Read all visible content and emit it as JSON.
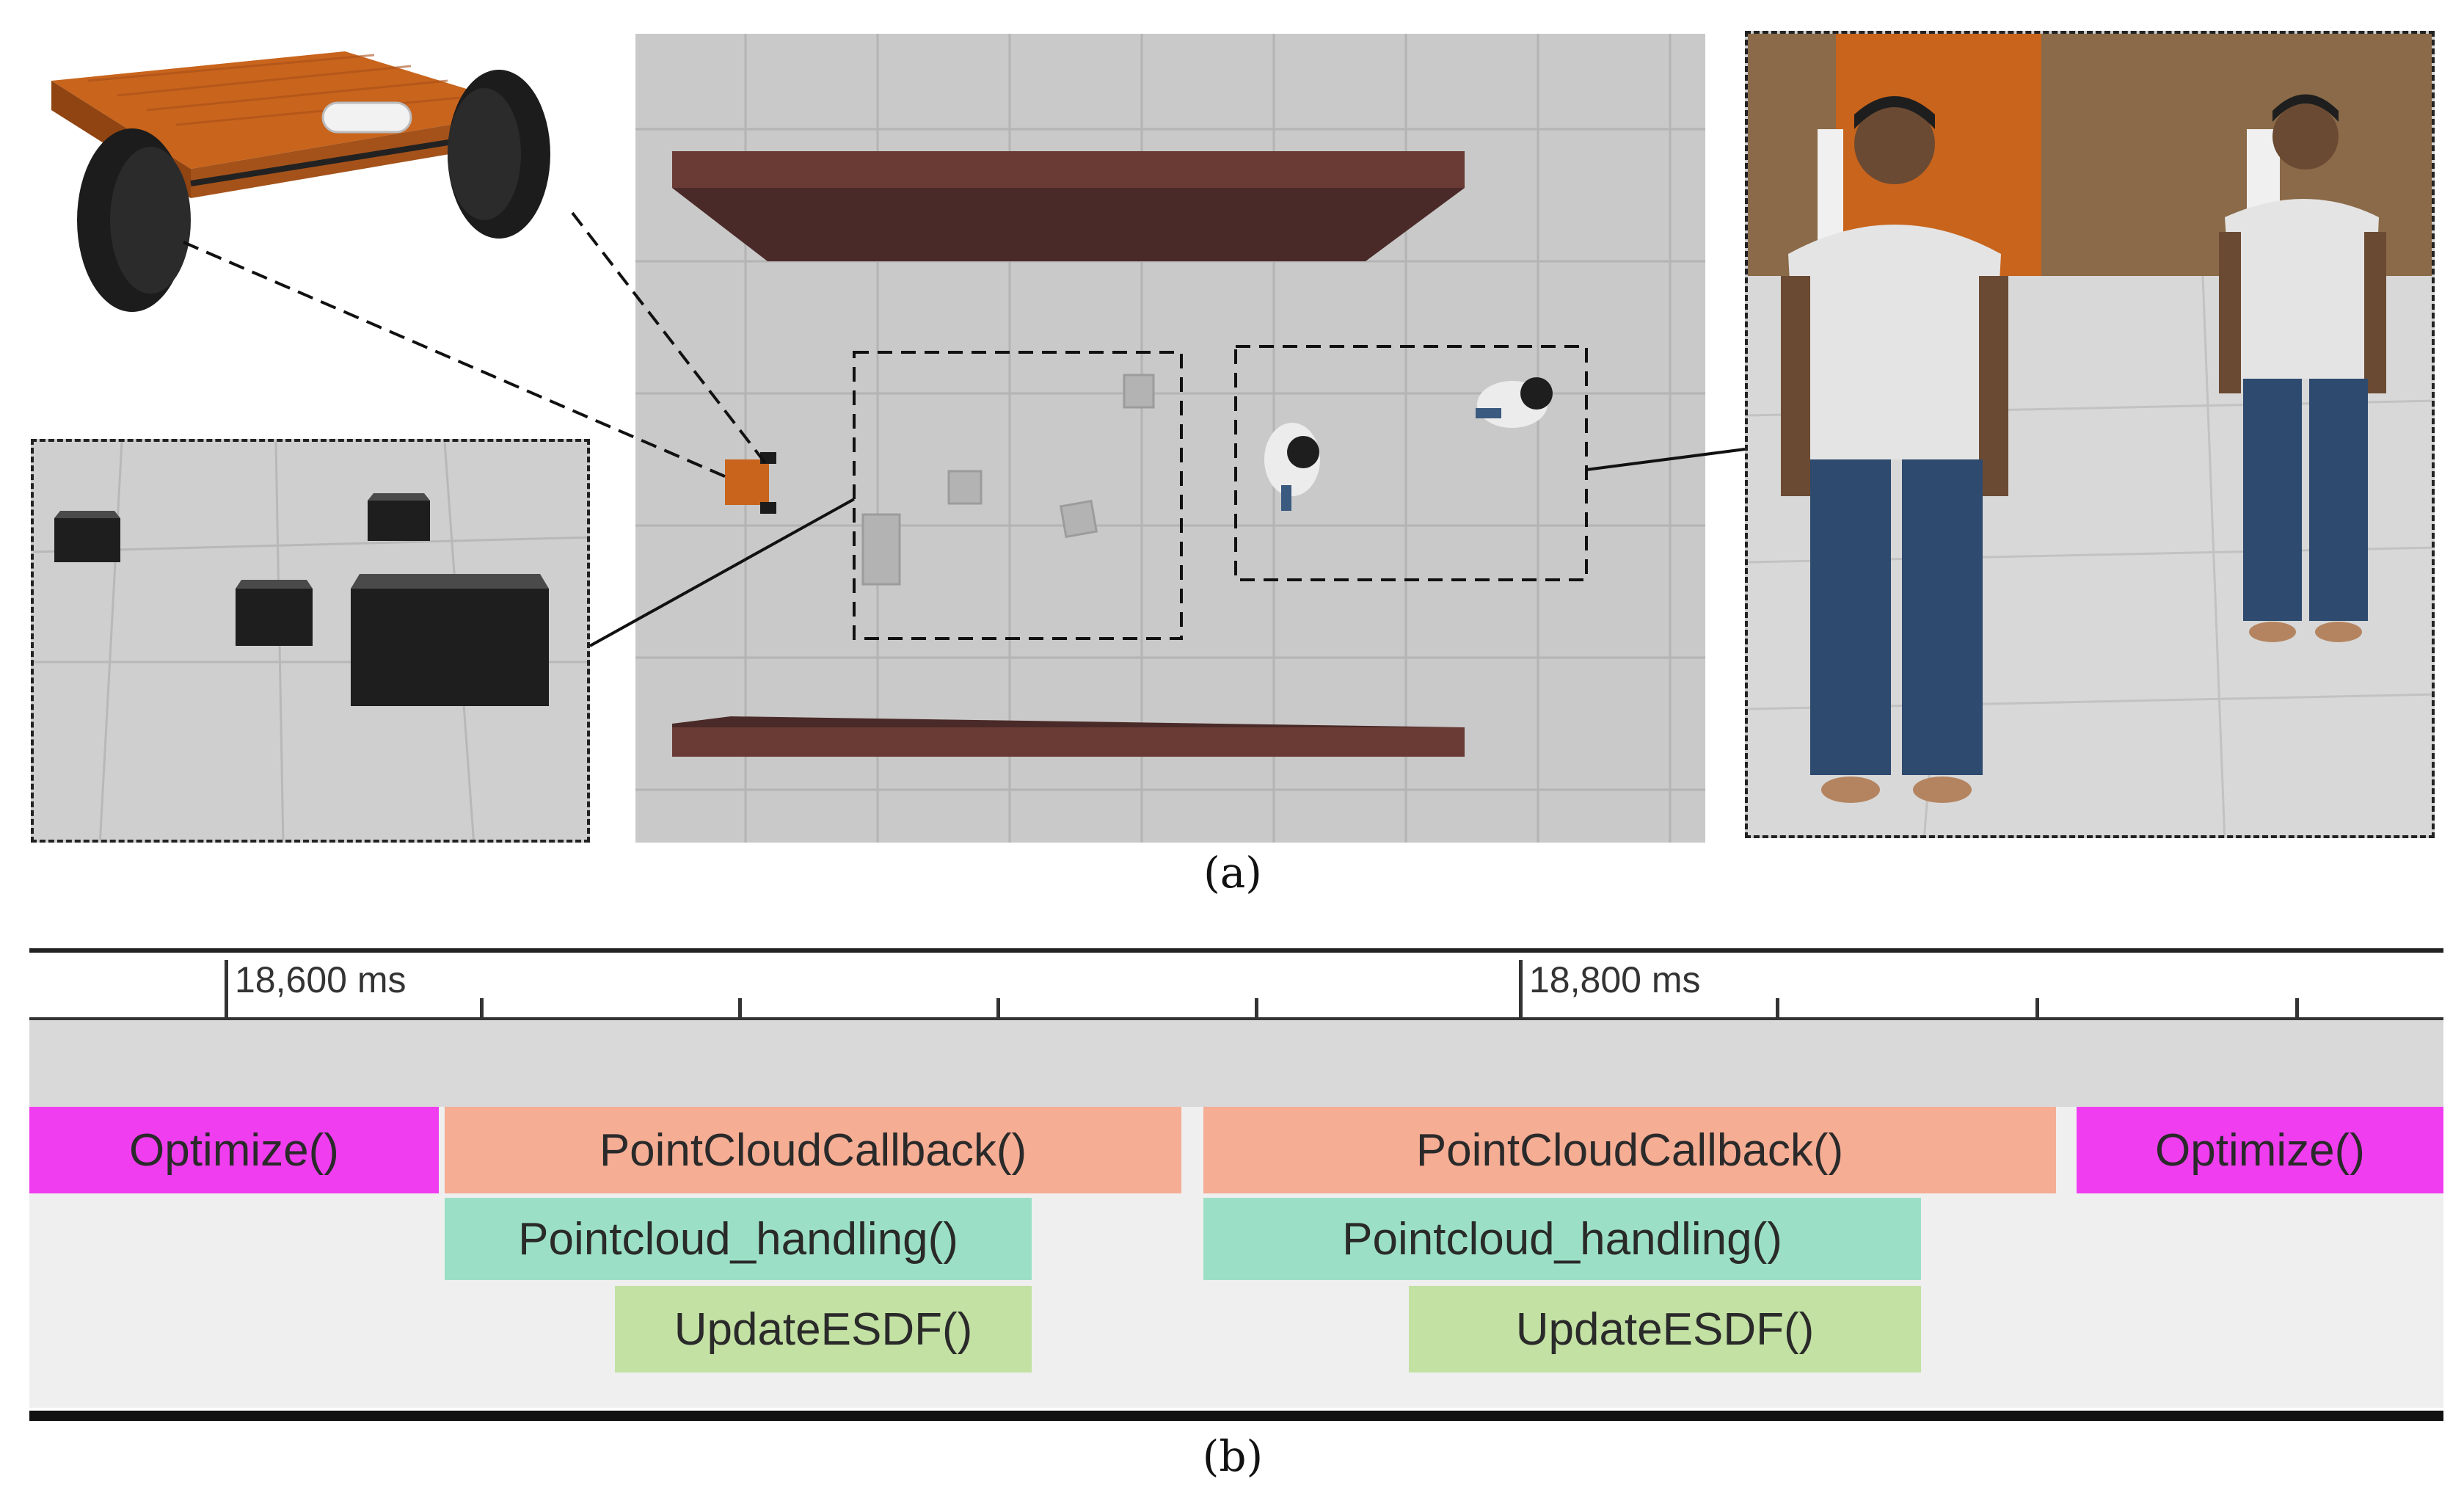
{
  "captions": {
    "a": "(a)",
    "b": "(b)"
  },
  "timeline": {
    "tick_labels": [
      "18,600 ms",
      "18,800 ms"
    ],
    "rows": [
      [
        {
          "label": "Optimize()",
          "color": "#f03df0"
        },
        {
          "label": "PointCloudCallback()",
          "color": "#f5ad94"
        },
        {
          "label": "PointCloudCallback()",
          "color": "#f5ad94"
        },
        {
          "label": "Optimize()",
          "color": "#f03df0"
        }
      ],
      [
        {
          "label": "Pointcloud_handling()",
          "color": "#9be0c6"
        },
        {
          "label": "Pointcloud_handling()",
          "color": "#9be0c6"
        }
      ],
      [
        {
          "label": "UpdateESDF()",
          "color": "#c3e1a3"
        },
        {
          "label": "UpdateESDF()",
          "color": "#c3e1a3"
        }
      ]
    ]
  },
  "colors": {
    "floor": "#c9c9c9",
    "robot_body": "#c8641c",
    "wall": "#4a2a28",
    "timeline_band": "#d9d9d9",
    "timeline_bg": "#efefef"
  }
}
